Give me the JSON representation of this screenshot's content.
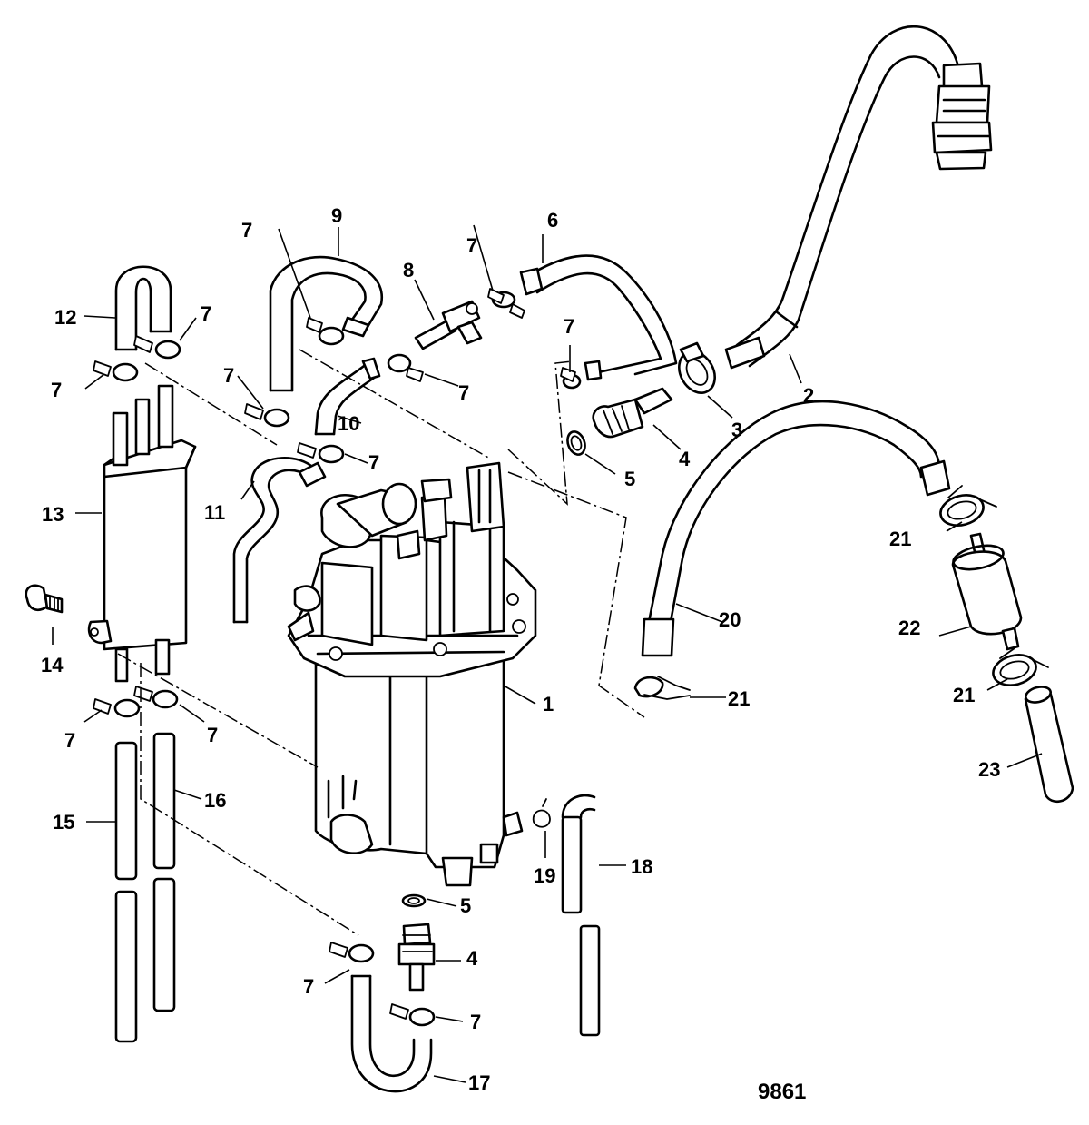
{
  "figure_number": "9861",
  "callouts": {
    "c1": "1",
    "c2": "2",
    "c3": "3",
    "c4a": "4",
    "c4b": "4",
    "c5a": "5",
    "c5b": "5",
    "c6": "6",
    "c7": "7",
    "c8": "8",
    "c9": "9",
    "c10": "10",
    "c11": "11",
    "c12": "12",
    "c13": "13",
    "c14": "14",
    "c15": "15",
    "c16": "16",
    "c17": "17",
    "c18": "18",
    "c19": "19",
    "c20": "20",
    "c21": "21",
    "c22": "22",
    "c23": "23"
  }
}
